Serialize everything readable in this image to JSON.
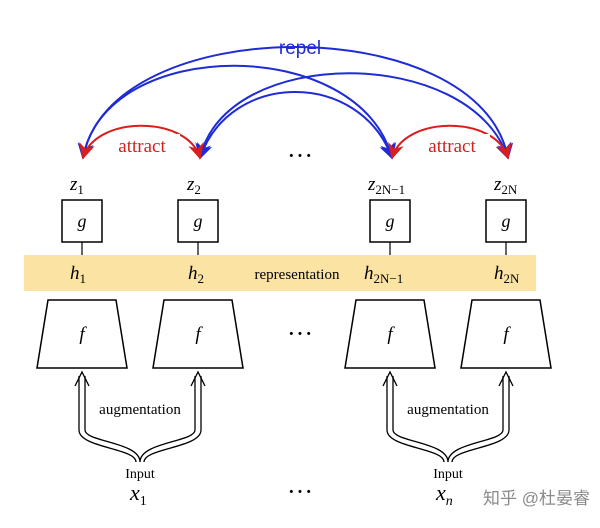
{
  "labels": {
    "repel": "repel",
    "attract_left": "attract",
    "attract_right": "attract",
    "representation": "representation",
    "augmentation_left": "augmentation",
    "augmentation_right": "augmentation",
    "input_left": "Input",
    "input_right": "Input",
    "ellipsis": "···"
  },
  "columns": [
    {
      "z_base": "z",
      "z_sub": "1",
      "g": "g",
      "h_base": "h",
      "h_sub": "1",
      "f": "f"
    },
    {
      "z_base": "z",
      "z_sub": "2",
      "g": "g",
      "h_base": "h",
      "h_sub": "2",
      "f": "f"
    },
    {
      "z_base": "z",
      "z_sub": "2N−1",
      "g": "g",
      "h_base": "h",
      "h_sub": "2N−1",
      "f": "f"
    },
    {
      "z_base": "z",
      "z_sub": "2N",
      "g": "g",
      "h_base": "h",
      "h_sub": "2N",
      "f": "f"
    }
  ],
  "inputs": [
    {
      "base": "x",
      "sub": "1"
    },
    {
      "base": "x",
      "sub": "n"
    }
  ],
  "watermark": "知乎 @杜晏睿",
  "colors": {
    "repel": "#1e2bd6",
    "attract": "#d81e1e",
    "representation_band": "#fbe3a4",
    "stroke": "#000000"
  }
}
